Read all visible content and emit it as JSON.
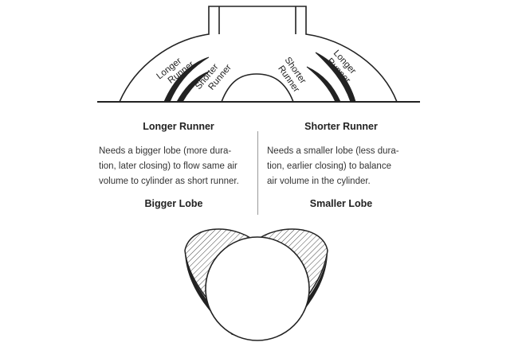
{
  "runner_labels": {
    "left_longer": [
      "Longer",
      "Runner"
    ],
    "left_shorter": [
      "Shorter",
      "Runner"
    ],
    "right_shorter": [
      "Shorter",
      "Runner"
    ],
    "right_longer": [
      "Longer",
      "Runner"
    ]
  },
  "left_column": {
    "title": "Longer Runner",
    "description_lines": [
      "Needs a bigger lobe (more dura-",
      "tion, later closing) to flow same air",
      "volume to cylinder as short runner."
    ],
    "lobe_label": "Bigger Lobe"
  },
  "right_column": {
    "title": "Shorter Runner",
    "description_lines": [
      "Needs a smaller lobe (less dura-",
      "tion, earlier closing) to balance",
      "air volume in the cylinder."
    ],
    "lobe_label": "Smaller Lobe"
  },
  "colors": {
    "line": "#222222",
    "hatch": "#333333",
    "divider": "#9a9a9a"
  }
}
